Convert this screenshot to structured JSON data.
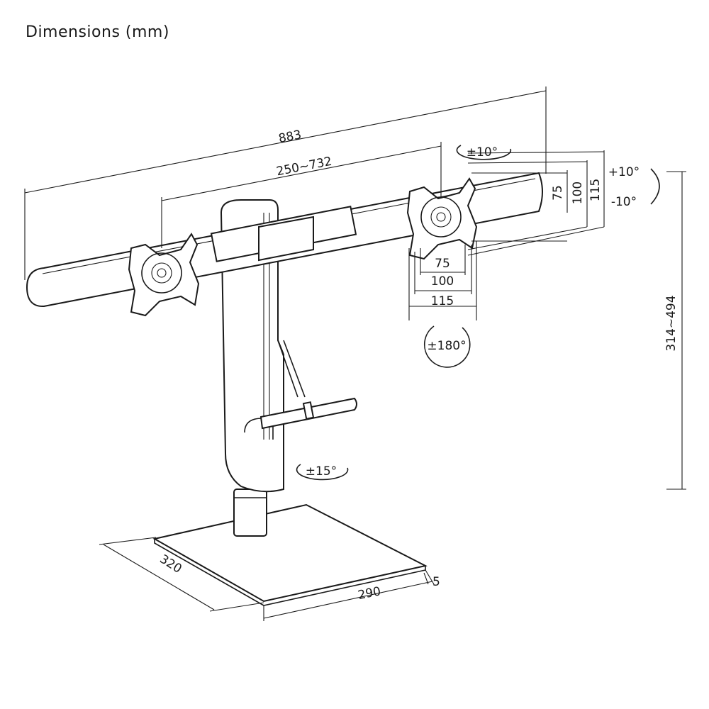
{
  "title": "Dimensions (mm)",
  "dimensions": {
    "total_width": "883",
    "vesa_span": "250~732",
    "tilt_top": "±10°",
    "tilt_plus": "+10°",
    "tilt_minus": "-10°",
    "vesa_v_75": "75",
    "vesa_v_100": "100",
    "vesa_v_115": "115",
    "vesa_h_75": "75",
    "vesa_h_100": "100",
    "vesa_h_115": "115",
    "rotation": "±180°",
    "height_range": "314~494",
    "swivel": "±15°",
    "base_depth": "320",
    "base_width": "290",
    "base_thickness": "5"
  }
}
